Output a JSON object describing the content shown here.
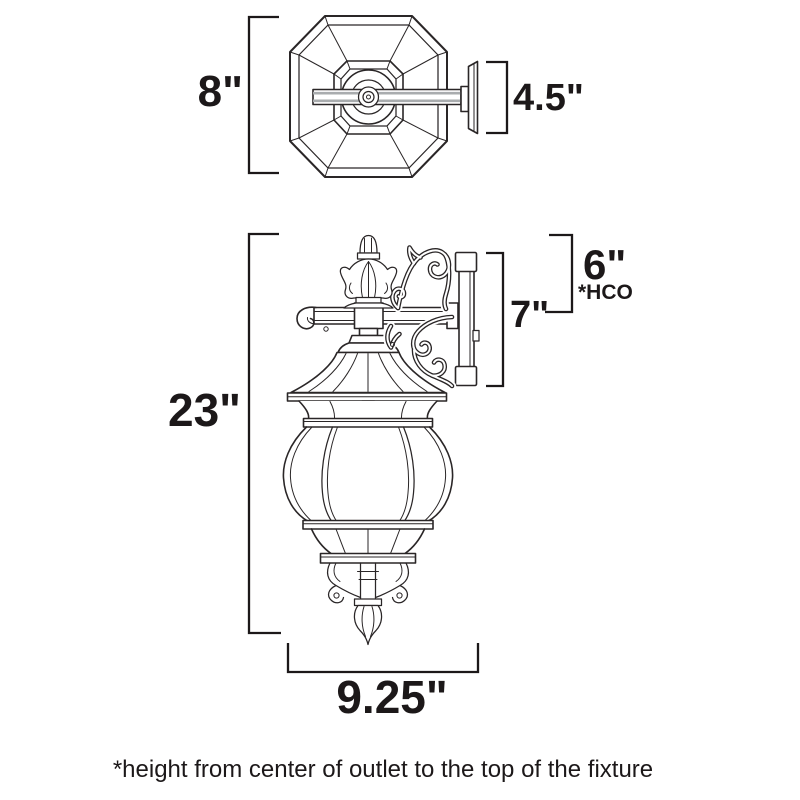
{
  "diagram": {
    "colors": {
      "line": "#2a2627",
      "text": "#1c1819",
      "shade": "#a9acae",
      "bg": "#ffffff"
    },
    "top_view": {
      "width_label": "8\"",
      "backplate_depth_label": "4.5\""
    },
    "side_view": {
      "height_label": "23\"",
      "backplate_height_label": "7\"",
      "outlet_height_label": "6\"",
      "outlet_abbr": "*HCO",
      "width_label": "9.25\""
    },
    "footnote": "*height from center of outlet to the top of the fixture"
  }
}
